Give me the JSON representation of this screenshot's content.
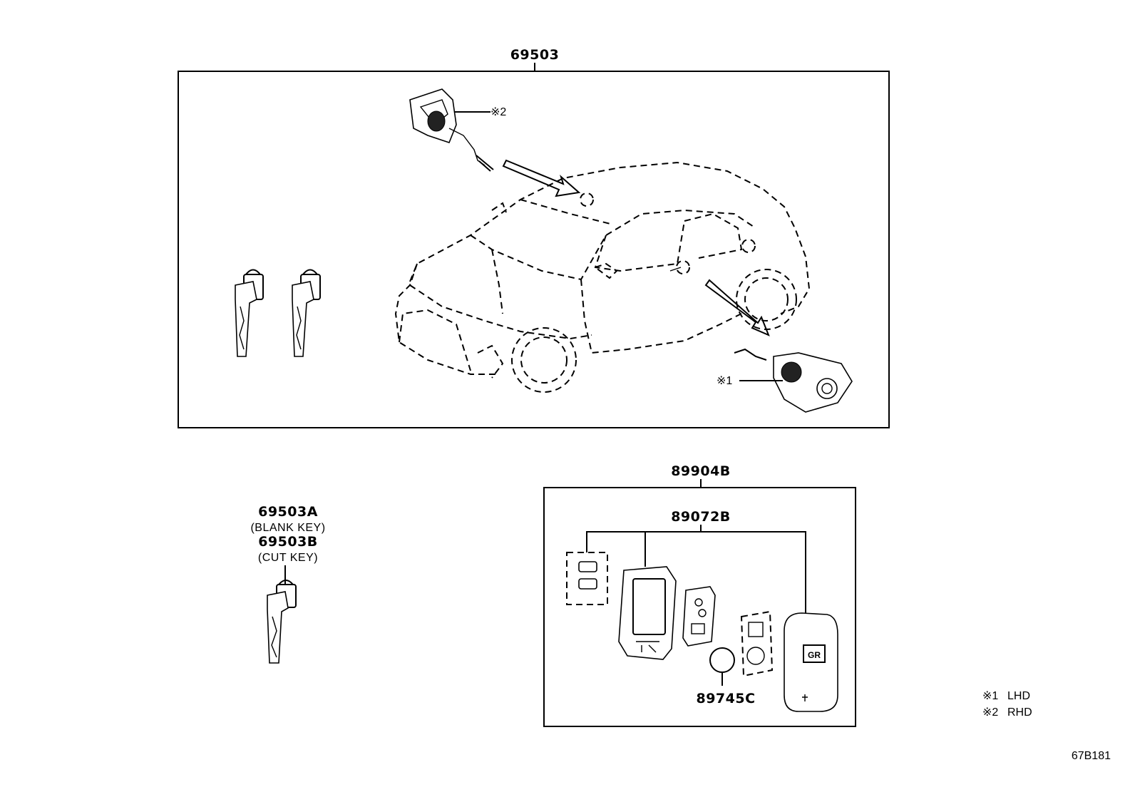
{
  "labels": {
    "assembly_main": "69503",
    "blank_key_pn": "69503A",
    "blank_key_desc": "(BLANK KEY)",
    "cut_key_pn": "69503B",
    "cut_key_desc": "(CUT KEY)",
    "remote_kit": "89904B",
    "transmitter_housing": "89072B",
    "battery": "89745C",
    "callout_1": "※1",
    "callout_2": "※2"
  },
  "legend": [
    {
      "mark": "※1",
      "text": "LHD"
    },
    {
      "mark": "※2",
      "text": "RHD"
    }
  ],
  "figure_code": "67B181"
}
